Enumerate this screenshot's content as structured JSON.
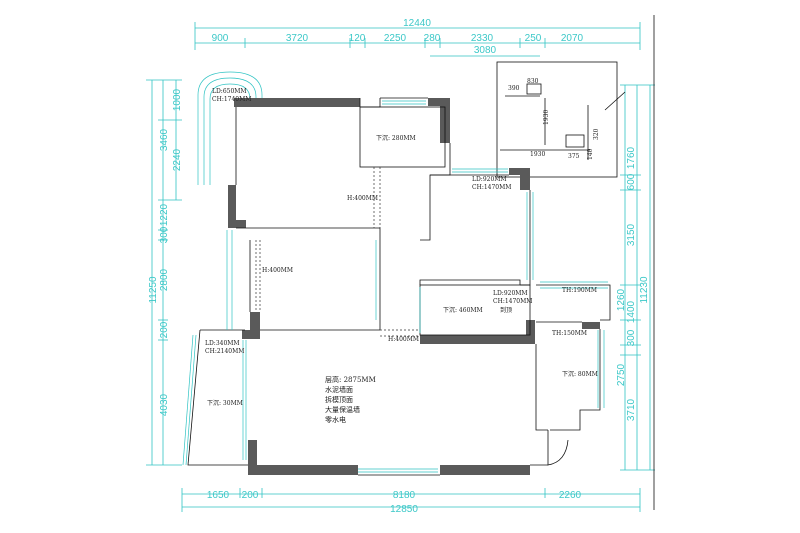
{
  "dimensions": {
    "top": [
      "12440",
      "900",
      "3720",
      "120",
      "2250",
      "280",
      "2330",
      "250",
      "2070",
      "3080"
    ],
    "bottom": [
      "1650",
      "200",
      "8180",
      "2260",
      "12850"
    ],
    "left": [
      "1000",
      "2240",
      "3460",
      "1220",
      "300",
      "2800",
      "11250",
      "200",
      "4030"
    ],
    "right": [
      "1760",
      "600",
      "3150",
      "11230",
      "1260",
      "1400",
      "300",
      "2750",
      "3710"
    ]
  },
  "inset_dims": [
    "390",
    "830",
    "1930",
    "1930",
    "375",
    "140",
    "320"
  ],
  "rooms": {
    "balcony_top": [
      "LD:650MM",
      "CH:1740MM"
    ],
    "bath_small": "下沉: 280MM",
    "beam_h1": "H:400MM",
    "room_right": [
      "LD:920MM",
      "CH:1470MM"
    ],
    "beam_h2": "H:400MM",
    "kitchen": [
      "LD:920MM",
      "CH:1470MM",
      "到顶"
    ],
    "kitchen_drop": "下沉: 460MM",
    "beam_h3": "H:400MM",
    "th1": "TH:190MM",
    "th2": "TH:150MM",
    "left_balcony": [
      "LD:340MM",
      "CH:2140MM"
    ],
    "left_drop": "下沉: 30MM",
    "right_drop": "下沉: 80MM",
    "main_notes": [
      "层高: 2875MM",
      "水泥墙面",
      "拆模顶面",
      "大量保温墙",
      "零水电"
    ]
  }
}
